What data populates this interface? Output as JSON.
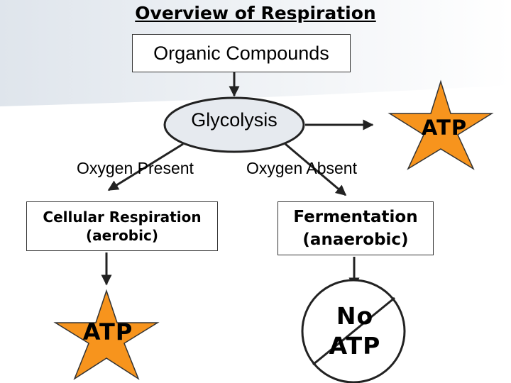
{
  "title": "Overview of Respiration",
  "nodes": {
    "organic": "Organic Compounds",
    "glycolysis": "Glycolysis",
    "oxygen_present": "Oxygen Present",
    "oxygen_absent": "Oxygen Absent",
    "cellular_line1": "Cellular Respiration",
    "cellular_line2": "(aerobic)",
    "fermentation_line1": "Fermentation",
    "fermentation_line2": "(anaerobic)",
    "atp_top": "ATP",
    "atp_bottom": "ATP",
    "no_line1": "No",
    "no_line2": "ATP"
  },
  "colors": {
    "star": "#f7941d",
    "star_outline": "#333333",
    "background_stripe": "#e6eaef"
  }
}
